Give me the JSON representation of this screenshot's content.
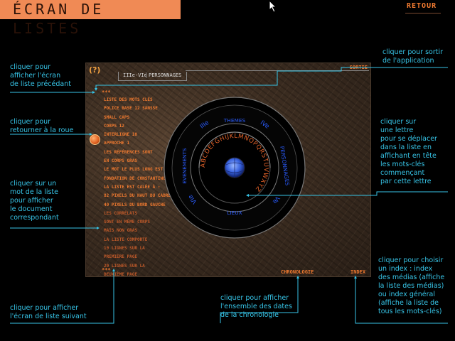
{
  "header": {
    "title": "ÉCRAN DE LISTES",
    "return_label": "RETOUR"
  },
  "panel": {
    "help_label": "(?)",
    "tabs": [
      "IIIe-VIe",
      "PERSONNAGES"
    ],
    "exit_label": "SORTIE",
    "prev_arrows": "***",
    "next_arrows": "***",
    "chronology_label": "CHRONOLOGIE",
    "index_label": "INDEX",
    "list_items": [
      "LISTE DES MOTS CLÉS",
      "POLICE BASE 12 SANSSE",
      "SMALL CAPS",
      "CORPS 12",
      "INTERLIGNE 10",
      "APPROCHE 1",
      "LES RÉFÉRENCES SONT",
      "EN CORPS GRAS",
      "LE MOT LE PLUS LONG EST",
      "FONDATION DE CONSTANTINOPLE",
      "LA LISTE EST CALÉE À :",
      "82 PIXELS DU HAUT DU CADRE",
      "40 PIXELS DU BORD GAUCHE",
      "LES CORRÉLATS",
      "SONT EN MÊME CORPS",
      "MAIS NON GRAS",
      "LA LISTE COMPORTE",
      "19 LIGNES SUR LA",
      "PREMIÈRE PAGE",
      "20 LIGNES SUR LA",
      "DEUXIÈME PAGE"
    ]
  },
  "wheel": {
    "outer_labels": [
      "IIIe",
      "THEMES",
      "IVe",
      "PERSONNAGES",
      "Ve",
      "LIEUX",
      "VIe",
      "EVENEMENTS"
    ],
    "alphabet": "ABCDEFGHIJKLMNOPQRSTUVWXYZ"
  },
  "annotations": {
    "prev_screen": [
      "cliquer pour",
      "afficher l'écran",
      "de liste précédant"
    ],
    "back_to_wheel": [
      "cliquer pour",
      "retourner à la roue"
    ],
    "list_word": [
      "cliquer sur un",
      "mot de la liste",
      "pour afficher",
      "le document",
      "correspondant"
    ],
    "next_screen": [
      "cliquer pour afficher",
      "l'écran de liste suivant"
    ],
    "exit": [
      "cliquer pour sortir",
      "de l'application"
    ],
    "letter": [
      "cliquer sur",
      "une lettre",
      "pour se déplacer",
      "dans la liste en",
      "affichant en tête",
      "les mots-clés",
      "commençant",
      "par cette lettre"
    ],
    "index": [
      "cliquer pour choisir",
      "un index : index",
      "des médias (affiche",
      "la liste des médias)",
      "ou index général",
      "(affiche la liste de",
      "tous les mots-clés)"
    ],
    "chronology": [
      "cliquer pour afficher",
      "l'ensemble des dates",
      "de la chronologie"
    ]
  },
  "colors": {
    "accent": "#f07a30",
    "annotation": "#37c5e8",
    "wheel_blue": "#2a5cff"
  }
}
